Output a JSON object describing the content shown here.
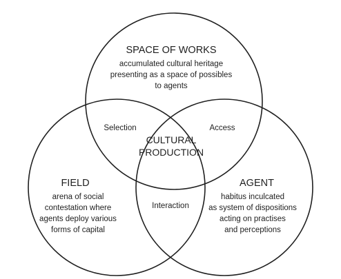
{
  "sets": {
    "space_of_works": {
      "title": "SPACE OF WORKS",
      "lines": [
        "accumulated cultural heritage",
        "presenting as a space of possibles",
        "to agents"
      ]
    },
    "field": {
      "title": "FIELD",
      "lines": [
        "arena of social",
        "contestation where",
        "agents deploy various",
        "forms of capital"
      ]
    },
    "agent": {
      "title": "AGENT",
      "lines": [
        "habitus inculcated",
        "as system of dispositions",
        "acting on practises",
        "and perceptions"
      ]
    }
  },
  "overlaps": {
    "selection": "Selection",
    "access": "Access",
    "interaction": "Interaction"
  },
  "center": {
    "line1": "CULTURAL",
    "line2": "PRODUCTION"
  }
}
